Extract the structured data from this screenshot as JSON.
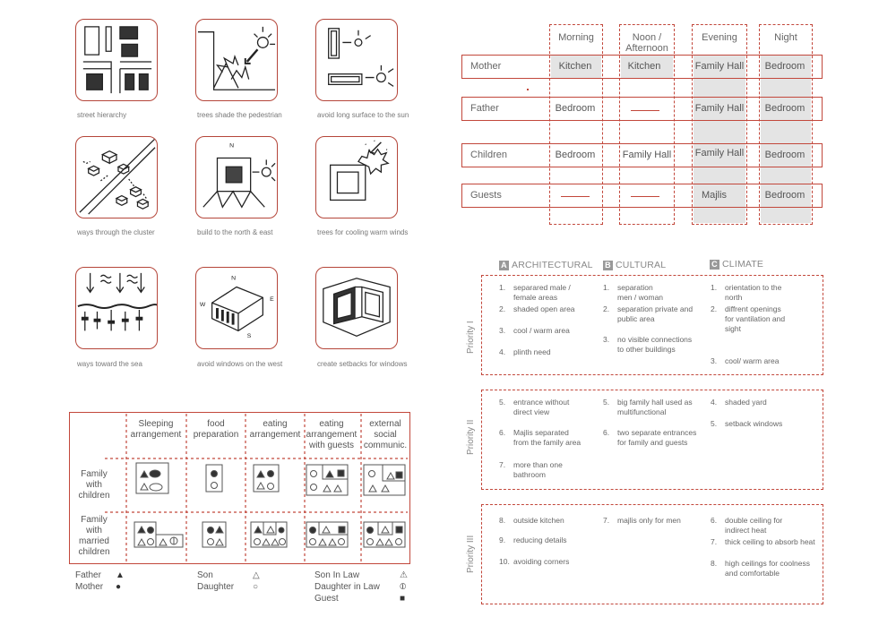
{
  "sketches": [
    {
      "caption": "street hierarchy",
      "icon": "street-hierarchy-sketch"
    },
    {
      "caption": "trees shade the pedestrian",
      "icon": "trees-shade-sketch"
    },
    {
      "caption": "avoid long surface to the sun",
      "icon": "sun-surface-sketch"
    },
    {
      "caption": "ways through the cluster",
      "icon": "cluster-path-sketch"
    },
    {
      "caption": "build to the north & east",
      "icon": "north-east-sketch"
    },
    {
      "caption": "trees for cooling warm winds",
      "icon": "cooling-trees-sketch"
    },
    {
      "caption": "ways toward the sea",
      "icon": "sea-ways-sketch"
    },
    {
      "caption": "avoid windows on the west",
      "icon": "west-windows-sketch"
    },
    {
      "caption": "create setbacks for windows",
      "icon": "setback-windows-sketch"
    }
  ],
  "compass": {
    "n": "N",
    "w": "W",
    "e": "E",
    "s": "S"
  },
  "schedule": {
    "times": [
      "Morning",
      "Noon /\nAfternoon",
      "Evening",
      "Night"
    ],
    "rows": [
      {
        "label": "Mother",
        "cells": [
          "Kitchen",
          "Kitchen",
          "Family Hall",
          "Bedroom"
        ]
      },
      {
        "label": "Father",
        "cells": [
          "Bedroom",
          "",
          "Family Hall",
          "Bedroom"
        ]
      },
      {
        "label": "Children",
        "cells": [
          "Bedroom",
          "Family Hall",
          "Family Hall",
          "Bedroom"
        ]
      },
      {
        "label": "Guests",
        "cells": [
          "",
          "",
          "Majlis",
          "Bedroom"
        ]
      }
    ]
  },
  "priorities": {
    "categories": [
      {
        "letter": "A",
        "name": "ARCHITECTURAL"
      },
      {
        "letter": "B",
        "name": "CULTURAL"
      },
      {
        "letter": "C",
        "name": "CLIMATE"
      }
    ],
    "groups": [
      {
        "title": "Priority I",
        "a": [
          [
            "1.",
            "separared male /\nfemale areas"
          ],
          [
            "2.",
            "shaded open area"
          ],
          [
            "3.",
            "cool / warm area"
          ],
          [
            "4.",
            "plinth need"
          ]
        ],
        "b": [
          [
            "1.",
            "separation\nmen / woman"
          ],
          [
            "2.",
            "separation private and\npublic area"
          ],
          [
            "3.",
            "no visible connections\nto other buildings"
          ]
        ],
        "c": [
          [
            "1.",
            "orientation to the\nnorth"
          ],
          [
            "2.",
            "diffrent openings\nfor vantilation and\nsight"
          ],
          [
            "3.",
            "cool/ warm area"
          ]
        ]
      },
      {
        "title": "Priority II",
        "a": [
          [
            "5.",
            "entrance without\ndirect view"
          ],
          [
            "6.",
            "Majlis separated\nfrom the family area"
          ],
          [
            "7.",
            "more than one\nbathroom"
          ]
        ],
        "b": [
          [
            "5.",
            "big family hall used as\nmultifunctional"
          ],
          [
            "6.",
            "two separate entrances\nfor family and guests"
          ]
        ],
        "c": [
          [
            "4.",
            "shaded yard"
          ],
          [
            "5.",
            "setback windows"
          ]
        ]
      },
      {
        "title": "Priority III",
        "a": [
          [
            "8.",
            "outside kitchen"
          ],
          [
            "9.",
            "reducing details"
          ],
          [
            "10.",
            "avoiding corners"
          ]
        ],
        "b": [
          [
            "7.",
            "majlis only for men"
          ]
        ],
        "c": [
          [
            "6.",
            "double ceiling for\nindirect heat"
          ],
          [
            "7.",
            "thick ceiling to absorb heat"
          ],
          [
            "8.",
            "high ceilings for coolness\nand comfortable"
          ]
        ]
      }
    ]
  },
  "family": {
    "columns": [
      "Sleeping\narrangement",
      "food\npreparation",
      "eating\narrangement",
      "eating\narrangement\nwith guests",
      "external\nsocial\ncommunic."
    ],
    "rows": [
      "Family\nwith\nchildren",
      "Family\nwith\nmarried\nchildren"
    ],
    "legend": [
      {
        "label": "Father",
        "symbol": "▲"
      },
      {
        "label": "Mother",
        "symbol": "●"
      },
      {
        "label": "Son",
        "symbol": "△"
      },
      {
        "label": "Daughter",
        "symbol": "○"
      },
      {
        "label": "Son In Law",
        "symbol": "⚠"
      },
      {
        "label": "Daughter in Law",
        "symbol": "⦶"
      },
      {
        "label": "Guest",
        "symbol": "■"
      }
    ]
  },
  "colors": {
    "accent": "#c2473b",
    "shade": "#e4e4e4",
    "text": "#666666"
  }
}
